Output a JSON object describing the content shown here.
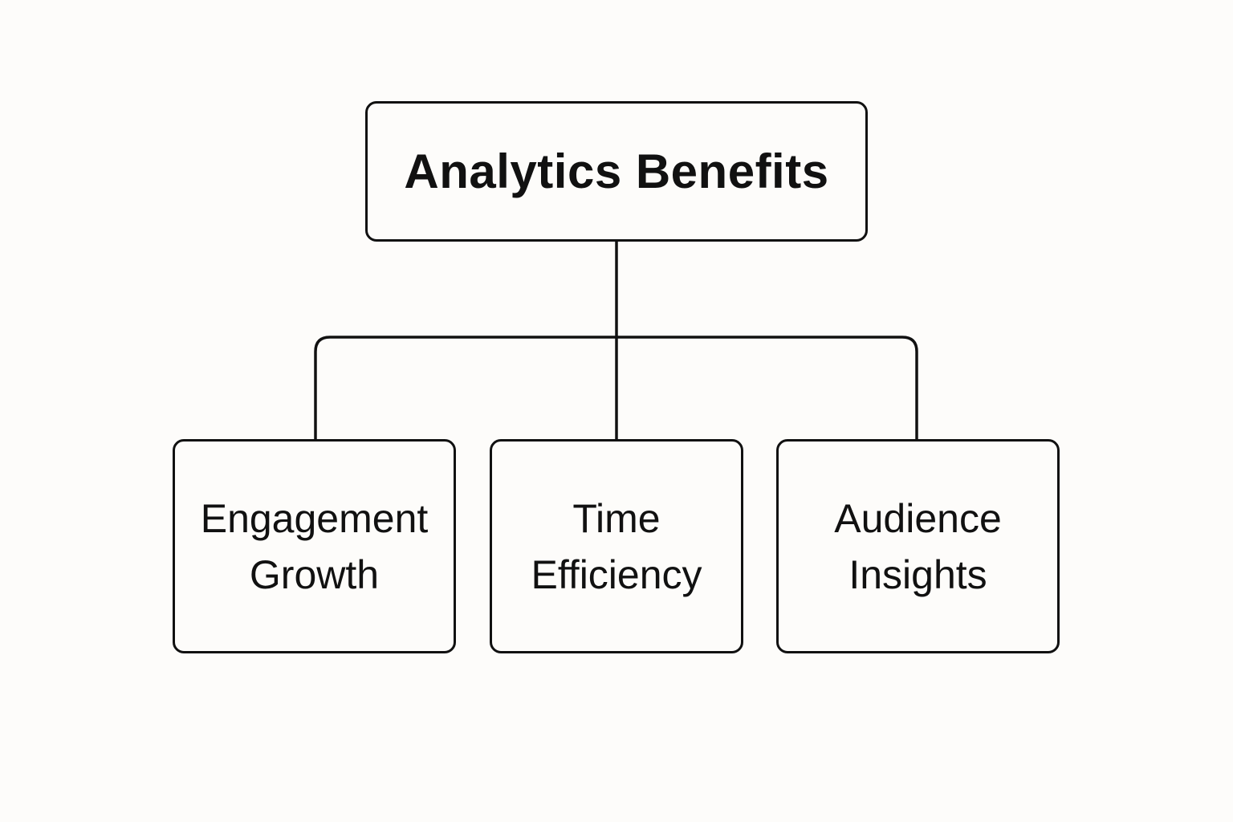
{
  "root": {
    "label": "Analytics Benefits"
  },
  "children": [
    {
      "line1": "Engagement",
      "line2": "Growth"
    },
    {
      "line1": "Time",
      "line2": "Efficiency"
    },
    {
      "line1": "Audience",
      "line2": "Insights"
    }
  ],
  "colors": {
    "background": "#fdfcfa",
    "stroke": "#111111",
    "text": "#111111"
  }
}
